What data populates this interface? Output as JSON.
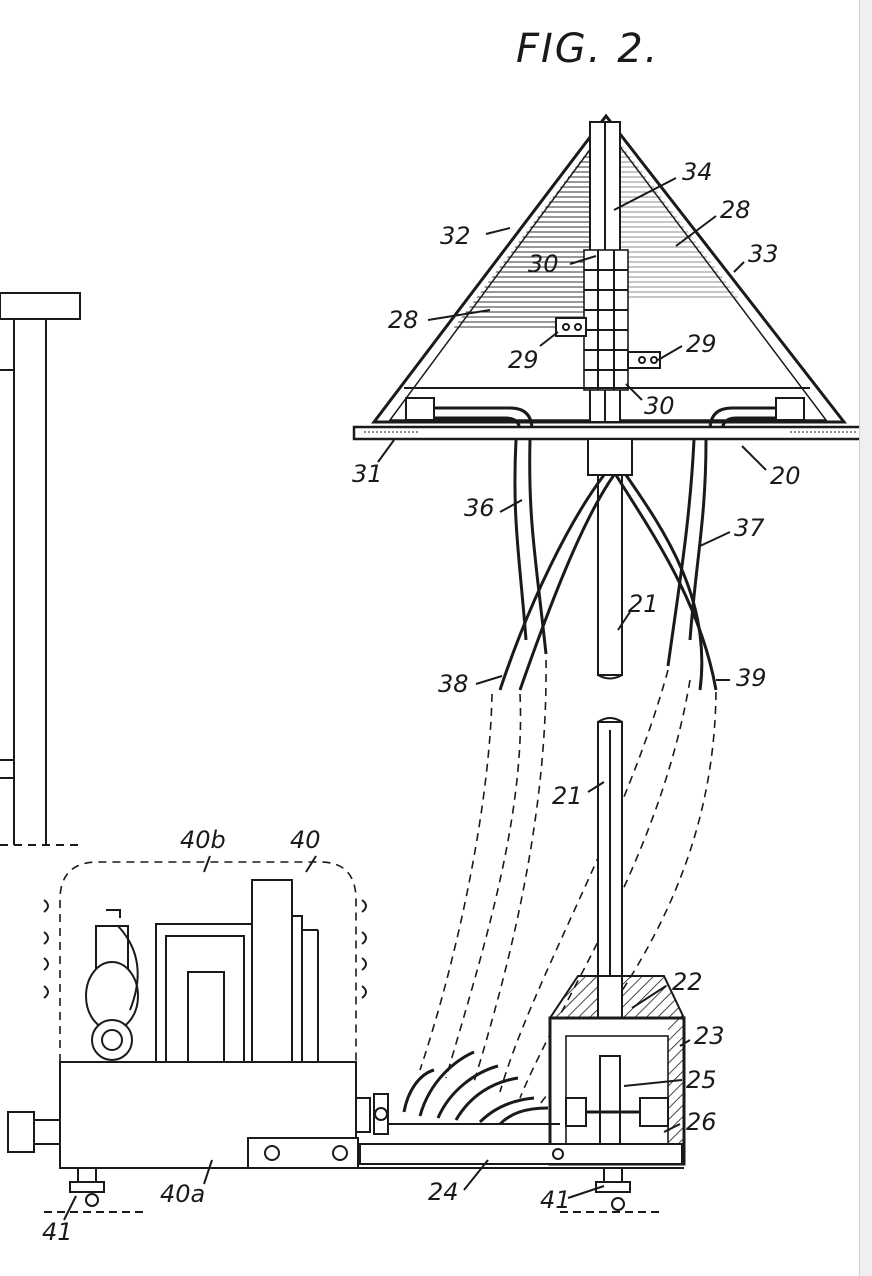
{
  "figure": {
    "title": "FIG. 2.",
    "labels": {
      "l34": "34",
      "l28a": "28",
      "l32": "32",
      "l33": "33",
      "l30a": "30",
      "l28b": "28",
      "l29a": "29",
      "l29b": "29",
      "l30b": "30",
      "l31": "31",
      "l20": "20",
      "l36": "36",
      "l37": "37",
      "l21a": "21",
      "l38": "38",
      "l39": "39",
      "l21b": "21",
      "l40b": "40b",
      "l40": "40",
      "l22": "22",
      "l23": "23",
      "l25": "25",
      "l26": "26",
      "l40a": "40a",
      "l24": "24",
      "l41a": "41",
      "l41b": "41"
    }
  }
}
